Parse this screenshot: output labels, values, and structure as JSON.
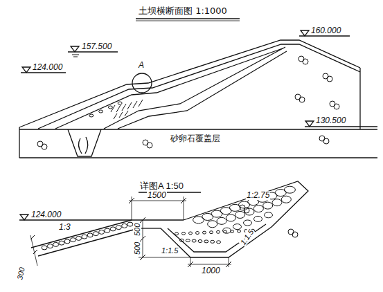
{
  "diagram": {
    "title": "土坝横断面图 1:1000",
    "labels": [
      "157.500",
      "160.000",
      "A",
      "124.000",
      "130.500",
      "砂卵石覆盖层",
      "详图A 1:50",
      "1500",
      "124.000",
      "1:2.75",
      "500",
      "500",
      "1:3",
      "1:1.5",
      "1:1.5",
      "1000",
      "300"
    ]
  }
}
